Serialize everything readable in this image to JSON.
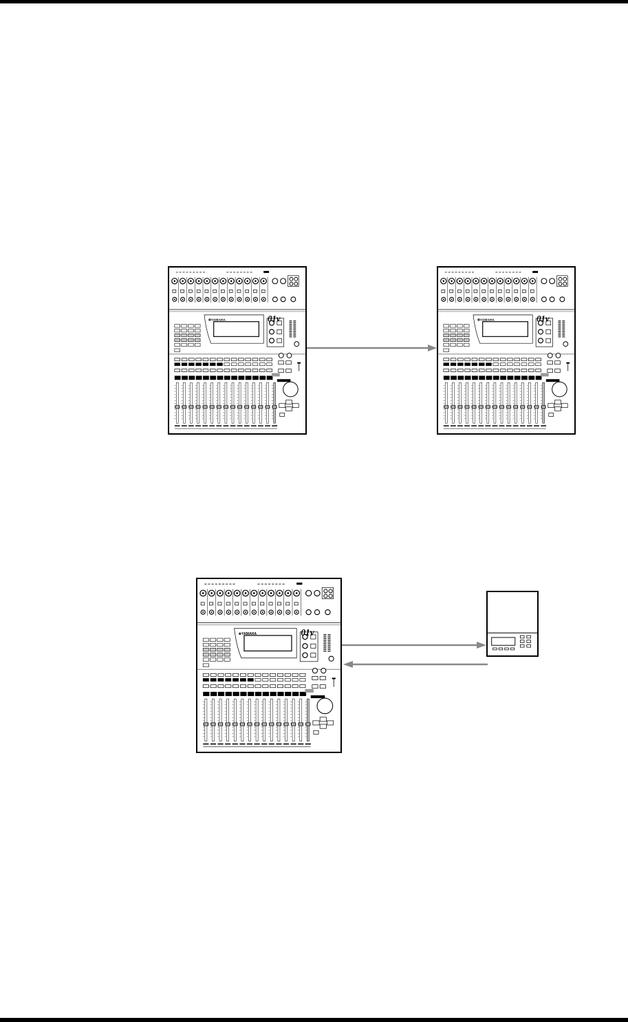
{
  "consoles": [
    {
      "brand": "⊛YAMAHA",
      "model": "01v"
    },
    {
      "brand": "⊛YAMAHA",
      "model": "01v"
    },
    {
      "brand": "⊛YAMAHA",
      "model": "01v"
    }
  ],
  "colors": {
    "line": "#000000",
    "arrow": "#888888",
    "shade": "#bbbbbb"
  }
}
